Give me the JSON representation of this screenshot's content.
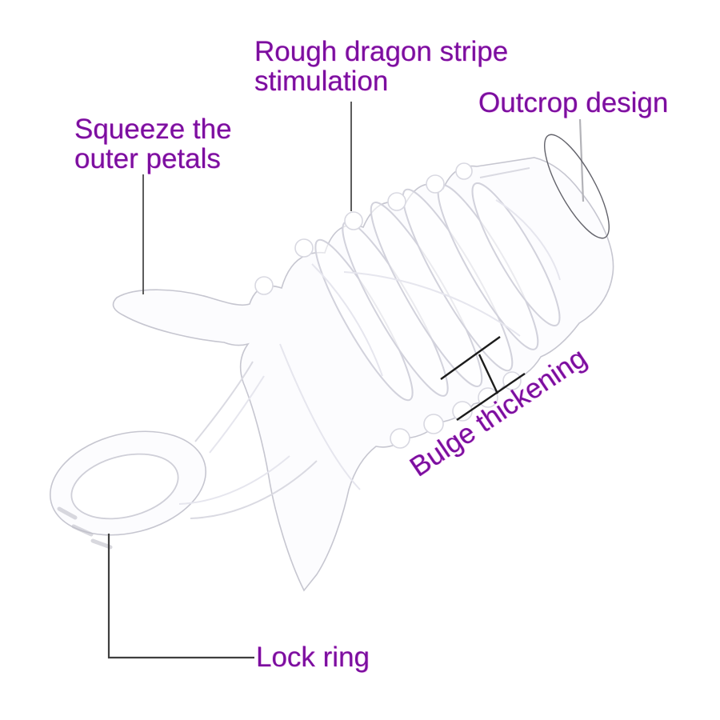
{
  "figure": {
    "type": "annotated-product-diagram",
    "background_color": "#ffffff",
    "label_color": "#7a0f9f",
    "leader_line_color": "#4a4a4a",
    "light_leader_line_color": "#b3b3b8",
    "dimension_marker_color": "#1c1c1c",
    "product_outline_color": "#c6c6d0",
    "annotations": {
      "rough_dragon": {
        "text": "Rough dragon stripe\nstimulation"
      },
      "squeeze_petals": {
        "text": "Squeeze the\nouter petals"
      },
      "outcrop": {
        "text": "Outcrop design"
      },
      "bulge": {
        "text": "Bulge thickening"
      },
      "lock_ring": {
        "text": "Lock ring"
      }
    }
  }
}
